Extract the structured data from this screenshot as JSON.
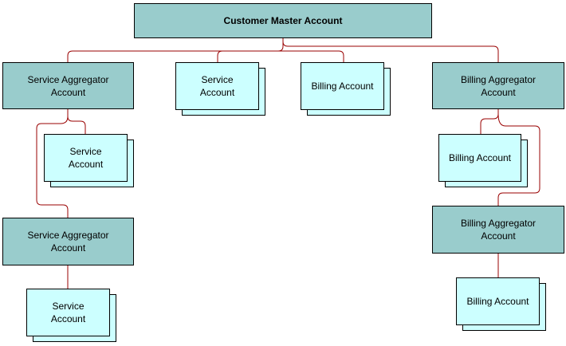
{
  "diagram": {
    "root": {
      "label": "Customer Master Account"
    },
    "service_aggregator_top": {
      "label": "Service Aggregator\nAccount"
    },
    "service_account_top": {
      "label": "Service\nAccount"
    },
    "billing_account_top": {
      "label": "Billing Account"
    },
    "billing_aggregator_top": {
      "label": "Billing Aggregator\nAccount"
    },
    "service_account_left_1": {
      "label": "Service\nAccount"
    },
    "billing_account_right_1": {
      "label": "Billing Account"
    },
    "service_aggregator_bottom": {
      "label": "Service Aggregator\nAccount"
    },
    "billing_aggregator_bottom": {
      "label": "Billing Aggregator\nAccount"
    },
    "service_account_left_2": {
      "label": "Service\nAccount"
    },
    "billing_account_right_2": {
      "label": "Billing Account"
    }
  },
  "colors": {
    "aggregator_fill": "#99cccc",
    "account_fill": "#ccffff",
    "connector": "#990000",
    "border": "#000000"
  }
}
